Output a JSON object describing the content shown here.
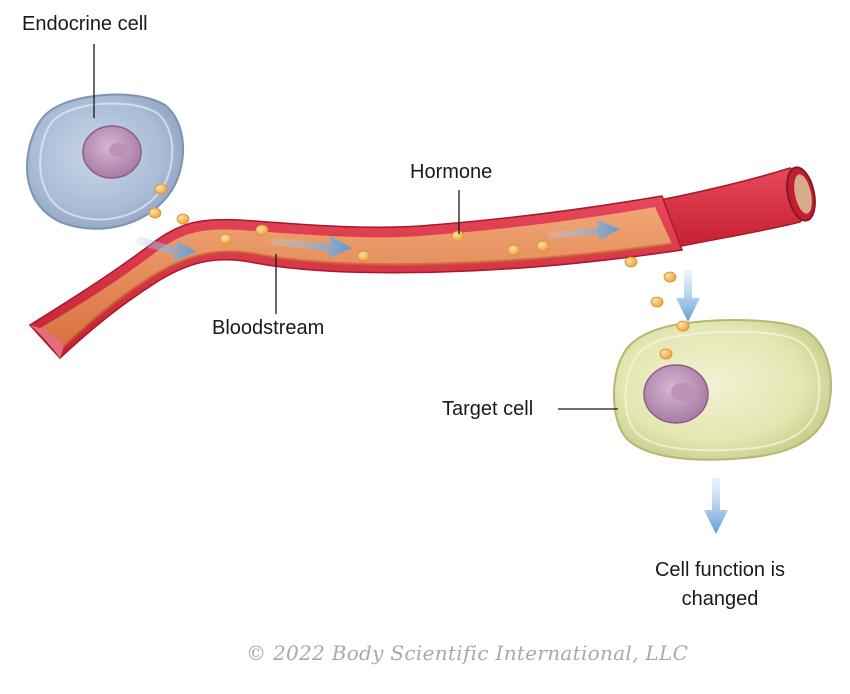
{
  "labels": {
    "endocrine_cell": "Endocrine cell",
    "hormone": "Hormone",
    "bloodstream": "Bloodstream",
    "target_cell": "Target cell",
    "cell_function_line1": "Cell function is",
    "cell_function_line2": "changed"
  },
  "copyright": "© 2022 Body Scientific International, LLC",
  "colors": {
    "endocrine_cell": "#a9bcd6",
    "target_cell": "#e6e7b5",
    "nucleus": "#b98fb4",
    "vessel_wall": "#d9324a",
    "vessel_lumen": "#e68a5a",
    "hormone": "#f3b24a",
    "arrow": "#6ea6d8"
  }
}
